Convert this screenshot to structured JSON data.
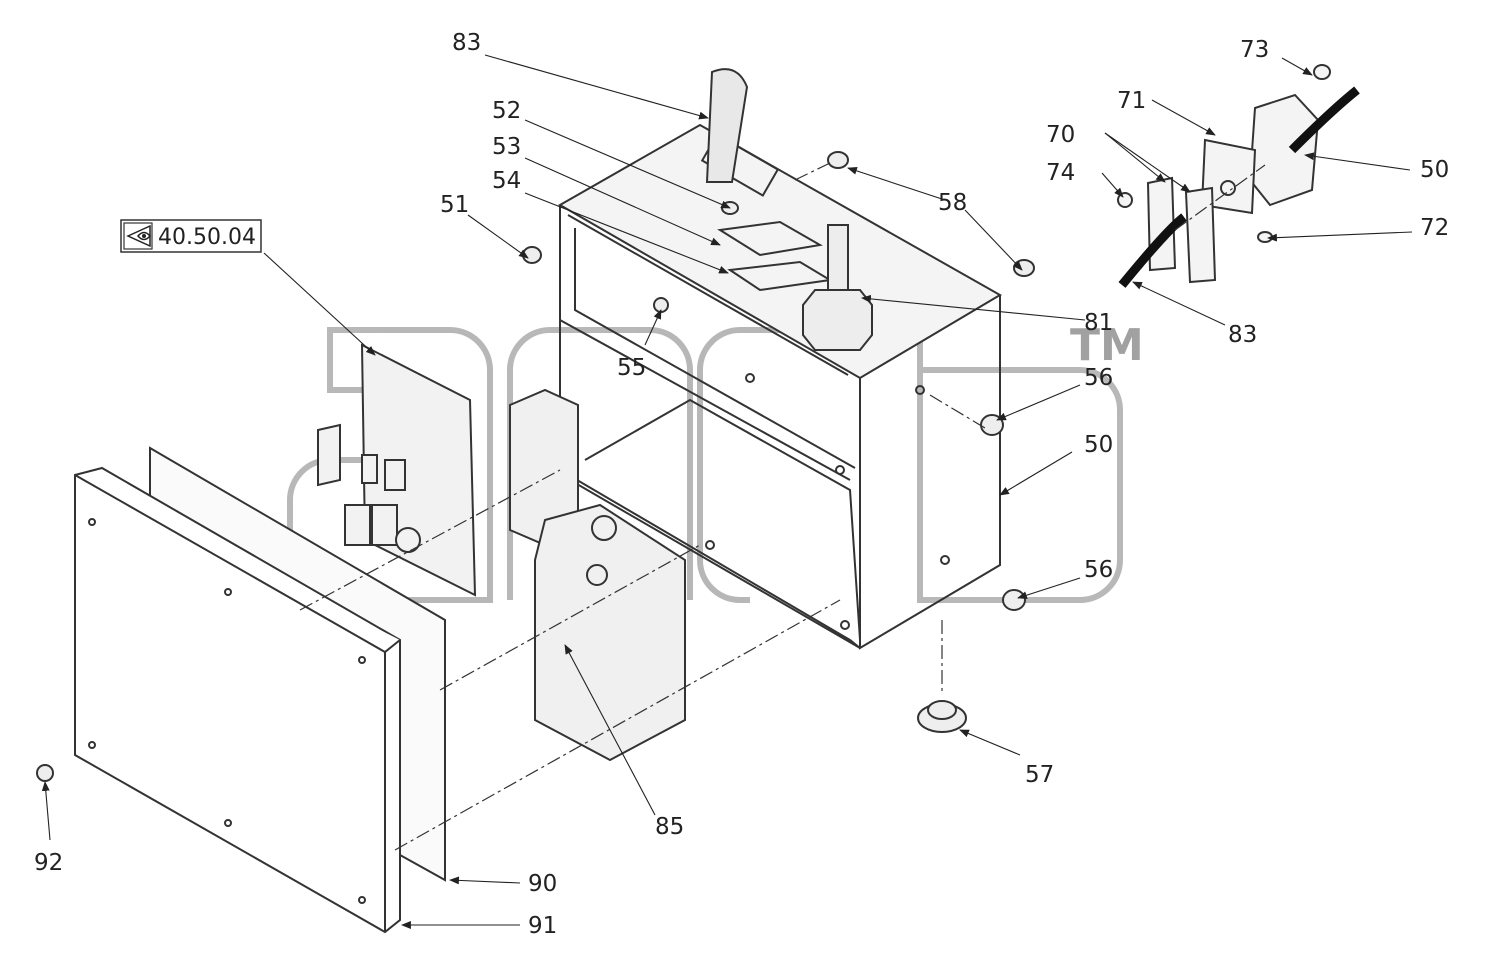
{
  "reference_box": {
    "text": "40.50.04",
    "icon": "eye-view-icon"
  },
  "labels": {
    "l83a": "83",
    "l52": "52",
    "l53": "53",
    "l54": "54",
    "l51": "51",
    "l58": "58",
    "l55": "55",
    "l81": "81",
    "l56a": "56",
    "l50a": "50",
    "l56b": "56",
    "l57": "57",
    "l85": "85",
    "l92": "92",
    "l90": "90",
    "l91": "91",
    "l73": "73",
    "l71": "71",
    "l70": "70",
    "l74": "74",
    "l50b": "50",
    "l72": "72",
    "l83b": "83"
  },
  "watermark": {
    "tm": "TM"
  },
  "colors": {
    "line": "#333333",
    "watermark": "#8a8a8a"
  }
}
